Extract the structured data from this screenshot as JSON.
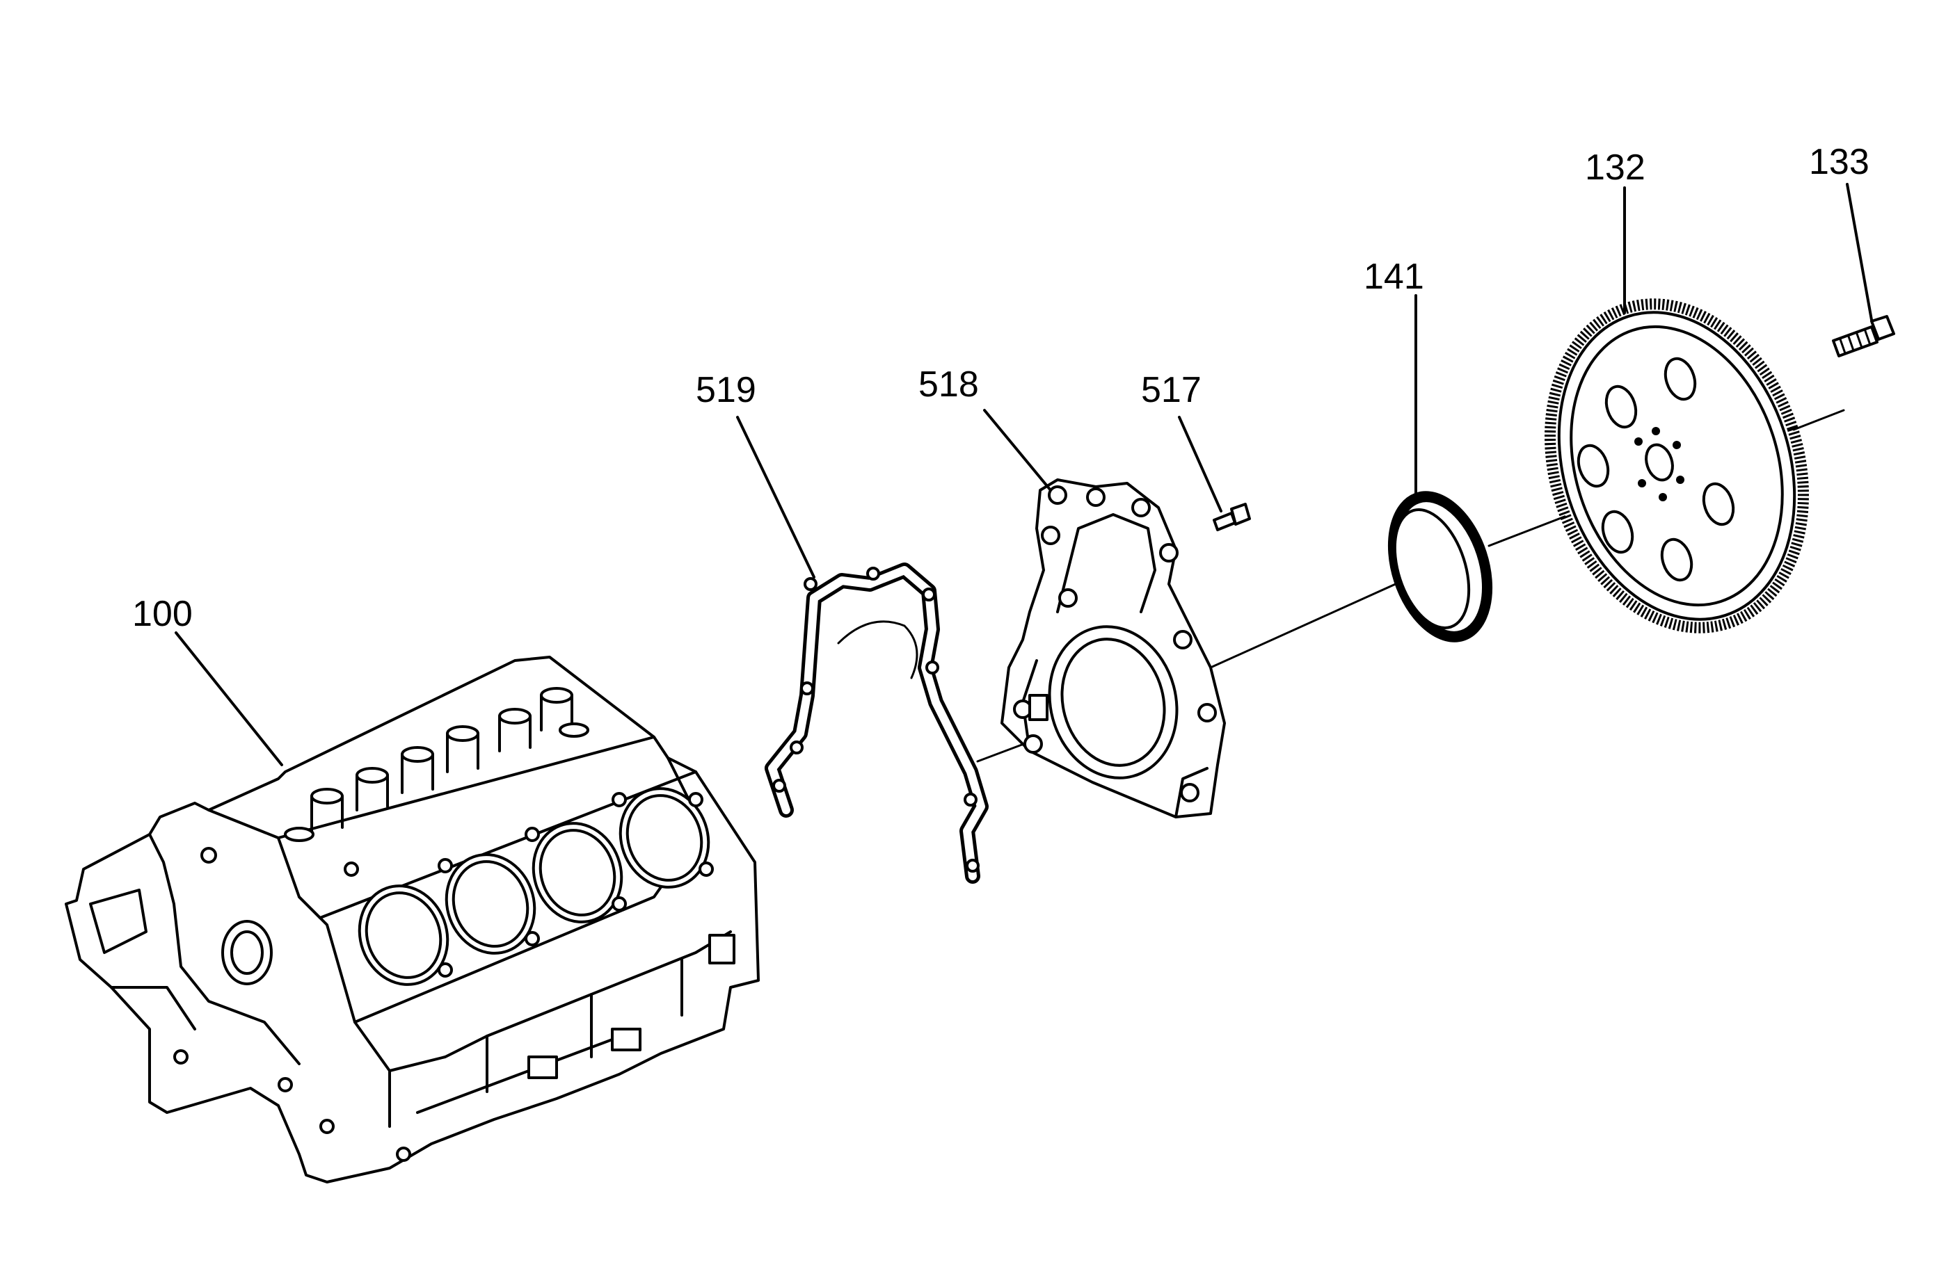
{
  "callouts": {
    "c100": "100",
    "c519": "519",
    "c518": "518",
    "c517": "517",
    "c141": "141",
    "c132": "132",
    "c133": "133"
  },
  "colors": {
    "line": "#000000",
    "background": "#ffffff"
  }
}
